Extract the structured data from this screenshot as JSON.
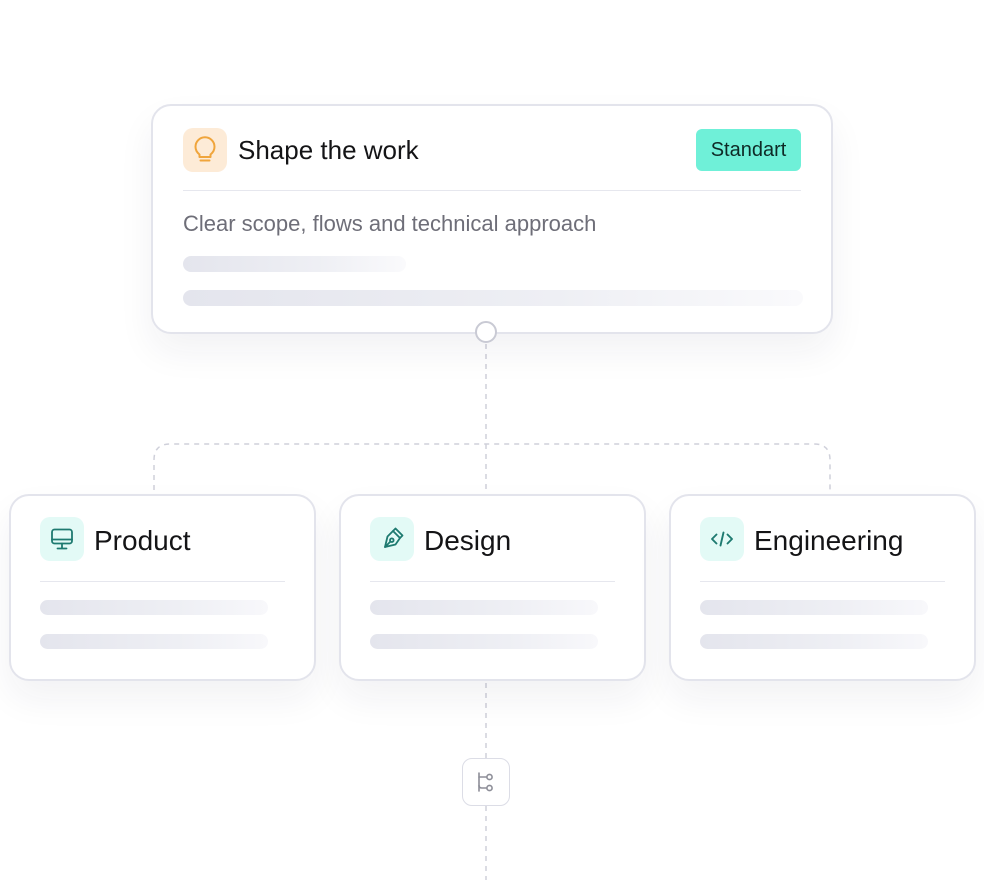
{
  "main_card": {
    "title": "Shape the work",
    "badge": "Standart",
    "description": "Clear scope, flows and technical approach",
    "icon": "lightbulb-icon",
    "accent_color": "#F0A53C",
    "icon_bg": "#FDEBD7",
    "badge_color": "#6FF0D8"
  },
  "branches": [
    {
      "title": "Product",
      "icon": "monitor-icon"
    },
    {
      "title": "Design",
      "icon": "pen-nib-icon"
    },
    {
      "title": "Engineering",
      "icon": "code-icon"
    }
  ],
  "branch_icon_color": "#1E7A70",
  "merge_node": {
    "icon": "git-branch-icon"
  }
}
